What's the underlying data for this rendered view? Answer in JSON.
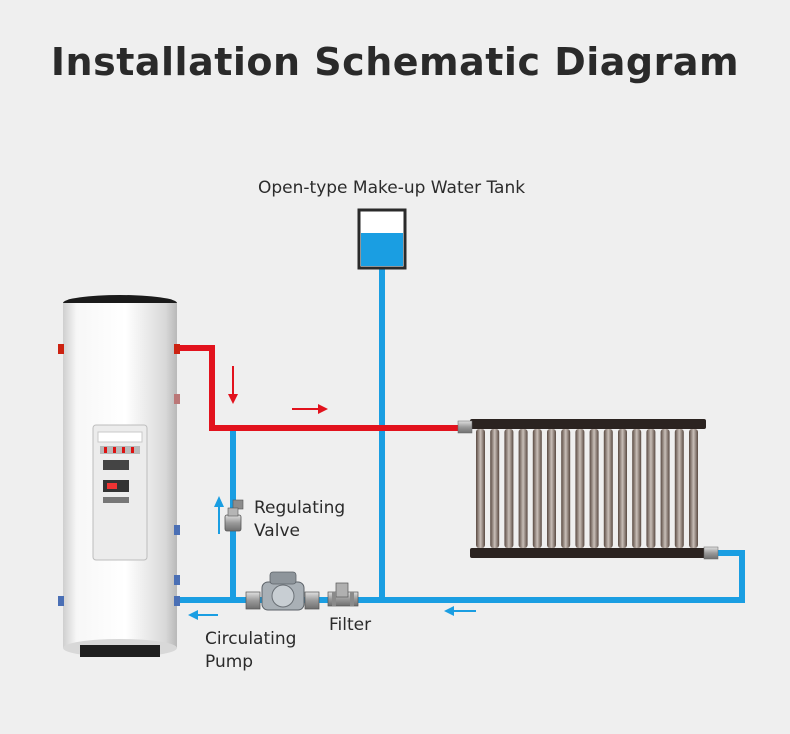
{
  "title": "Installation Schematic Diagram",
  "labels": {
    "tank": "Open-type Make-up Water Tank",
    "valve_line1": "Regulating",
    "valve_line2": "Valve",
    "pump_line1": "Circulating",
    "pump_line2": "Pump",
    "filter": "Filter"
  },
  "colors": {
    "hot_pipe": "#e2121d",
    "cold_pipe": "#1a9ee2",
    "background": "#efefef",
    "radiator": "#2b2320",
    "tank_water": "#1a9ee2"
  }
}
